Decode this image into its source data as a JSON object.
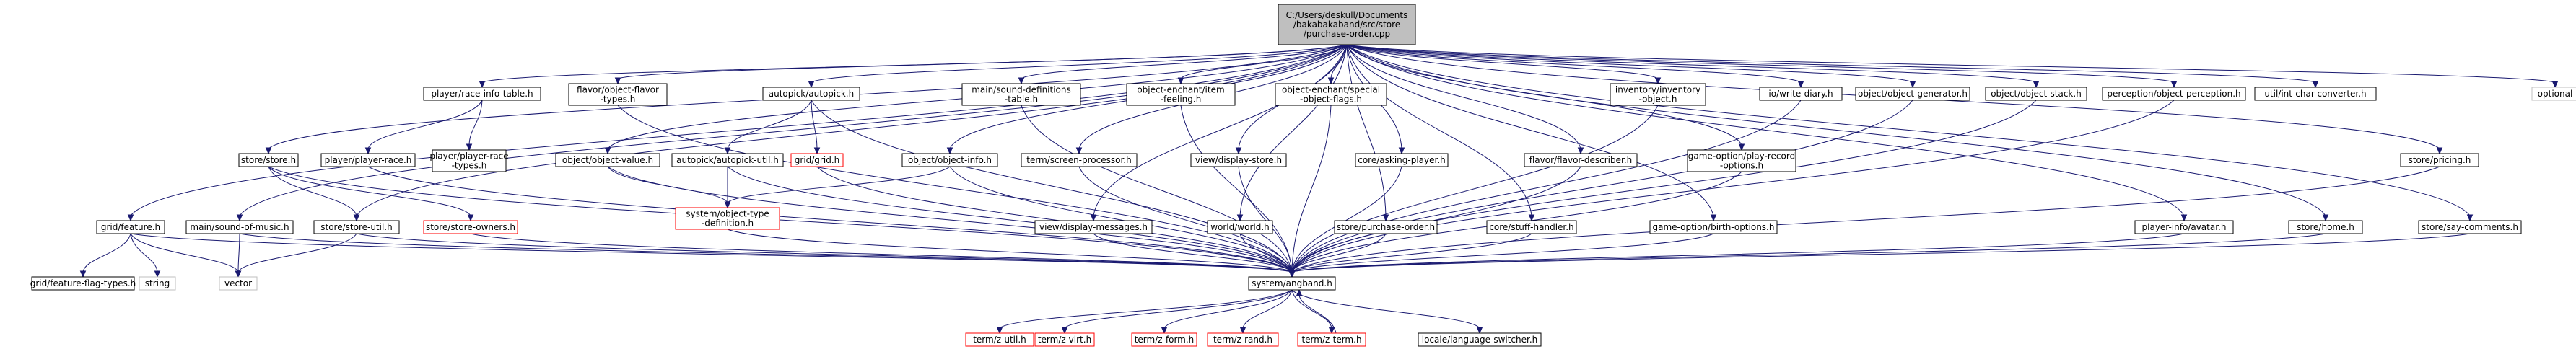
{
  "colors": {
    "edge": "#191970",
    "default_border": "#000000",
    "default_fill": "#ffffff",
    "root_fill": "#bfbfbf",
    "missing_border": "#ff0000",
    "external_border": "#bfbfbf",
    "external_text": "#666666"
  },
  "graph": {
    "root": "root",
    "nodes": [
      {
        "id": "root",
        "lines": [
          "C:/Users/deskull/Documents",
          "/bakabakaband/src/store",
          "/purchase-order.cpp"
        ],
        "style": "root"
      },
      {
        "id": "gf",
        "lines": [
          "grid/feature.h"
        ],
        "style": "normal"
      },
      {
        "id": "gff",
        "lines": [
          "grid/feature-flag-types.h"
        ],
        "style": "normal"
      },
      {
        "id": "str",
        "lines": [
          "string"
        ],
        "style": "external"
      },
      {
        "id": "vec",
        "lines": [
          "vector"
        ],
        "style": "external"
      },
      {
        "id": "smm",
        "lines": [
          "main/sound-of-music.h"
        ],
        "style": "normal"
      },
      {
        "id": "ss",
        "lines": [
          "store/store.h"
        ],
        "style": "normal"
      },
      {
        "id": "ssu",
        "lines": [
          "store/store-util.h"
        ],
        "style": "normal"
      },
      {
        "id": "sso",
        "lines": [
          "store/store-owners.h"
        ],
        "style": "missing"
      },
      {
        "id": "prit",
        "lines": [
          "player/race-info-table.h"
        ],
        "style": "normal"
      },
      {
        "id": "ppr",
        "lines": [
          "player/player-race.h"
        ],
        "style": "normal"
      },
      {
        "id": "pprt",
        "lines": [
          "player/player-race",
          "-types.h"
        ],
        "style": "normal"
      },
      {
        "id": "fof",
        "lines": [
          "flavor/object-flavor",
          "-types.h"
        ],
        "style": "normal"
      },
      {
        "id": "apk",
        "lines": [
          "autopick/autopick.h"
        ],
        "style": "normal"
      },
      {
        "id": "apu",
        "lines": [
          "autopick/autopick-util.h"
        ],
        "style": "normal"
      },
      {
        "id": "gg",
        "lines": [
          "grid/grid.h"
        ],
        "style": "missing"
      },
      {
        "id": "ov",
        "lines": [
          "object/object-value.h"
        ],
        "style": "normal"
      },
      {
        "id": "ot",
        "lines": [
          "system/object-type",
          "-definition.h"
        ],
        "style": "missing"
      },
      {
        "id": "oi",
        "lines": [
          "object/object-info.h"
        ],
        "style": "normal"
      },
      {
        "id": "sdt",
        "lines": [
          "main/sound-definitions",
          "-table.h"
        ],
        "style": "normal"
      },
      {
        "id": "tsp",
        "lines": [
          "term/screen-processor.h"
        ],
        "style": "normal"
      },
      {
        "id": "vdm",
        "lines": [
          "view/display-messages.h"
        ],
        "style": "normal"
      },
      {
        "id": "oei",
        "lines": [
          "object-enchant/item",
          "-feeling.h"
        ],
        "style": "normal"
      },
      {
        "id": "vds",
        "lines": [
          "view/display-store.h"
        ],
        "style": "normal"
      },
      {
        "id": "oes",
        "lines": [
          "object-enchant/special",
          "-object-flags.h"
        ],
        "style": "normal"
      },
      {
        "id": "ww",
        "lines": [
          "world/world.h"
        ],
        "style": "normal"
      },
      {
        "id": "cap",
        "lines": [
          "core/asking-player.h"
        ],
        "style": "normal"
      },
      {
        "id": "spo",
        "lines": [
          "store/purchase-order.h"
        ],
        "style": "normal"
      },
      {
        "id": "csh",
        "lines": [
          "core/stuff-handler.h"
        ],
        "style": "normal"
      },
      {
        "id": "ffd",
        "lines": [
          "flavor/flavor-describer.h"
        ],
        "style": "normal"
      },
      {
        "id": "inv",
        "lines": [
          "inventory/inventory",
          "-object.h"
        ],
        "style": "normal"
      },
      {
        "id": "gpr",
        "lines": [
          "game-option/play-record",
          "-options.h"
        ],
        "style": "normal"
      },
      {
        "id": "gbo",
        "lines": [
          "game-option/birth-options.h"
        ],
        "style": "normal"
      },
      {
        "id": "iwd",
        "lines": [
          "io/write-diary.h"
        ],
        "style": "normal"
      },
      {
        "id": "oog",
        "lines": [
          "object/object-generator.h"
        ],
        "style": "normal"
      },
      {
        "id": "oos",
        "lines": [
          "object/object-stack.h"
        ],
        "style": "normal"
      },
      {
        "id": "pop",
        "lines": [
          "perception/object-perception.h"
        ],
        "style": "normal"
      },
      {
        "id": "pia",
        "lines": [
          "player-info/avatar.h"
        ],
        "style": "normal"
      },
      {
        "id": "uic",
        "lines": [
          "util/int-char-converter.h"
        ],
        "style": "normal"
      },
      {
        "id": "sh",
        "lines": [
          "store/home.h"
        ],
        "style": "normal"
      },
      {
        "id": "spr",
        "lines": [
          "store/pricing.h"
        ],
        "style": "normal"
      },
      {
        "id": "ssc",
        "lines": [
          "store/say-comments.h"
        ],
        "style": "normal"
      },
      {
        "id": "opt",
        "lines": [
          "optional"
        ],
        "style": "external"
      },
      {
        "id": "sa",
        "lines": [
          "system/angband.h"
        ],
        "style": "normal"
      },
      {
        "id": "tzu",
        "lines": [
          "term/z-util.h"
        ],
        "style": "missing"
      },
      {
        "id": "tzv",
        "lines": [
          "term/z-virt.h"
        ],
        "style": "missing"
      },
      {
        "id": "tzf",
        "lines": [
          "term/z-form.h"
        ],
        "style": "missing"
      },
      {
        "id": "tzr",
        "lines": [
          "term/z-rand.h"
        ],
        "style": "missing"
      },
      {
        "id": "tzt",
        "lines": [
          "term/z-term.h"
        ],
        "style": "missing"
      },
      {
        "id": "lls",
        "lines": [
          "locale/language-switcher.h"
        ],
        "style": "normal"
      }
    ],
    "edges": [
      [
        "root",
        "gf"
      ],
      [
        "root",
        "smm"
      ],
      [
        "root",
        "ss"
      ],
      [
        "root",
        "prit"
      ],
      [
        "root",
        "fof"
      ],
      [
        "root",
        "apk"
      ],
      [
        "root",
        "oi"
      ],
      [
        "root",
        "sdt"
      ],
      [
        "root",
        "tsp"
      ],
      [
        "root",
        "vdm"
      ],
      [
        "root",
        "oei"
      ],
      [
        "root",
        "vds"
      ],
      [
        "root",
        "oes"
      ],
      [
        "root",
        "ww"
      ],
      [
        "root",
        "cap"
      ],
      [
        "root",
        "spo"
      ],
      [
        "root",
        "csh"
      ],
      [
        "root",
        "ffd"
      ],
      [
        "root",
        "inv"
      ],
      [
        "root",
        "gpr"
      ],
      [
        "root",
        "gbo"
      ],
      [
        "root",
        "iwd"
      ],
      [
        "root",
        "oog"
      ],
      [
        "root",
        "oos"
      ],
      [
        "root",
        "pop"
      ],
      [
        "root",
        "pia"
      ],
      [
        "root",
        "uic"
      ],
      [
        "root",
        "sh"
      ],
      [
        "root",
        "spr"
      ],
      [
        "root",
        "ssc"
      ],
      [
        "root",
        "opt"
      ],
      [
        "root",
        "ov"
      ],
      [
        "root",
        "ssu"
      ],
      [
        "gf",
        "gff"
      ],
      [
        "gf",
        "str"
      ],
      [
        "gf",
        "vec"
      ],
      [
        "gf",
        "sa"
      ],
      [
        "smm",
        "vec"
      ],
      [
        "smm",
        "sa"
      ],
      [
        "ss",
        "ssu"
      ],
      [
        "ss",
        "sso"
      ],
      [
        "ss",
        "sa"
      ],
      [
        "ssu",
        "vec"
      ],
      [
        "ssu",
        "sa"
      ],
      [
        "sso",
        "sa"
      ],
      [
        "prit",
        "ppr"
      ],
      [
        "prit",
        "pprt"
      ],
      [
        "ppr",
        "sa"
      ],
      [
        "fof",
        "sa"
      ],
      [
        "apk",
        "apu"
      ],
      [
        "apk",
        "gg"
      ],
      [
        "apk",
        "sa"
      ],
      [
        "apu",
        "ot"
      ],
      [
        "apu",
        "sa"
      ],
      [
        "gg",
        "sa"
      ],
      [
        "ov",
        "ot"
      ],
      [
        "ov",
        "sa"
      ],
      [
        "ot",
        "sa"
      ],
      [
        "oi",
        "ot"
      ],
      [
        "oi",
        "sa"
      ],
      [
        "sdt",
        "sa"
      ],
      [
        "tsp",
        "sa"
      ],
      [
        "vdm",
        "sa"
      ],
      [
        "oei",
        "sa"
      ],
      [
        "vds",
        "sa"
      ],
      [
        "oes",
        "sa"
      ],
      [
        "ww",
        "sa"
      ],
      [
        "cap",
        "sa"
      ],
      [
        "spo",
        "sa"
      ],
      [
        "csh",
        "sa"
      ],
      [
        "ffd",
        "sa"
      ],
      [
        "inv",
        "sa"
      ],
      [
        "gpr",
        "sa"
      ],
      [
        "gbo",
        "sa"
      ],
      [
        "iwd",
        "sa"
      ],
      [
        "oog",
        "sa"
      ],
      [
        "oos",
        "sa"
      ],
      [
        "pop",
        "sa"
      ],
      [
        "pia",
        "sa"
      ],
      [
        "sh",
        "sa"
      ],
      [
        "spr",
        "sa"
      ],
      [
        "ssc",
        "sa"
      ],
      [
        "sa",
        "tzu"
      ],
      [
        "sa",
        "tzv"
      ],
      [
        "sa",
        "tzf"
      ],
      [
        "sa",
        "tzr"
      ],
      [
        "sa",
        "tzt"
      ],
      [
        "sa",
        "lls"
      ],
      [
        "tzt",
        "sa"
      ]
    ]
  }
}
